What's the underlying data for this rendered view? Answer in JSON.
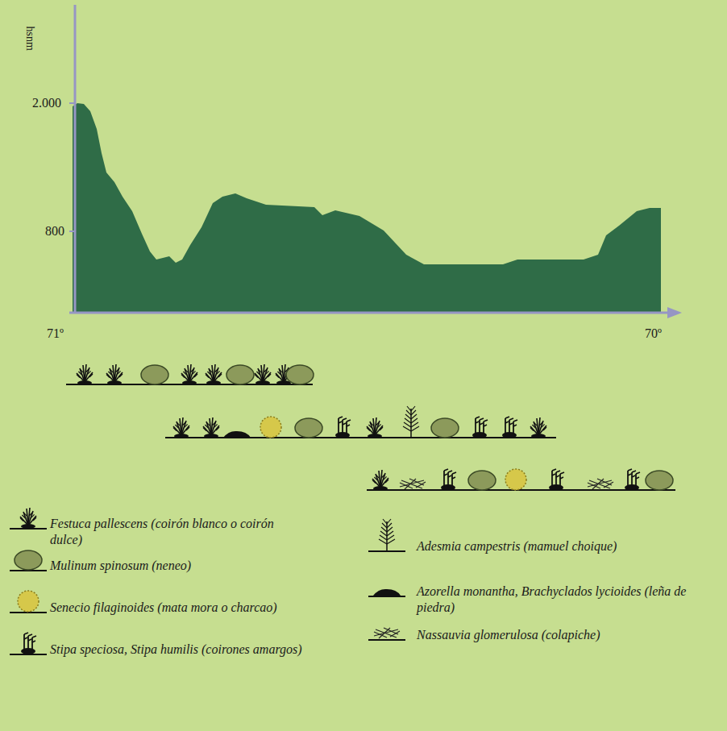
{
  "diagram": {
    "labels": [
      "hsnm",
      "2.000",
      "800",
      "71º",
      "70º"
    ],
    "legend": [
      {
        "text": "Festuca pallescens (coirón blanco o coirón dulce)"
      },
      {
        "text": "Mulinum spinosum (neneo)"
      },
      {
        "text": "Senecio filaginoides (mata mora o charcao)"
      },
      {
        "text": "Stipa speciosa, Stipa humilis (coirones amargos)"
      },
      {
        "text": "Adesmia campestris (mamuel choique)"
      },
      {
        "text": "Azorella monantha, Brachyclados lycioides (leña de piedra)"
      },
      {
        "text": "Nassauvia glomerulosa (colapiche)"
      }
    ]
  }
}
